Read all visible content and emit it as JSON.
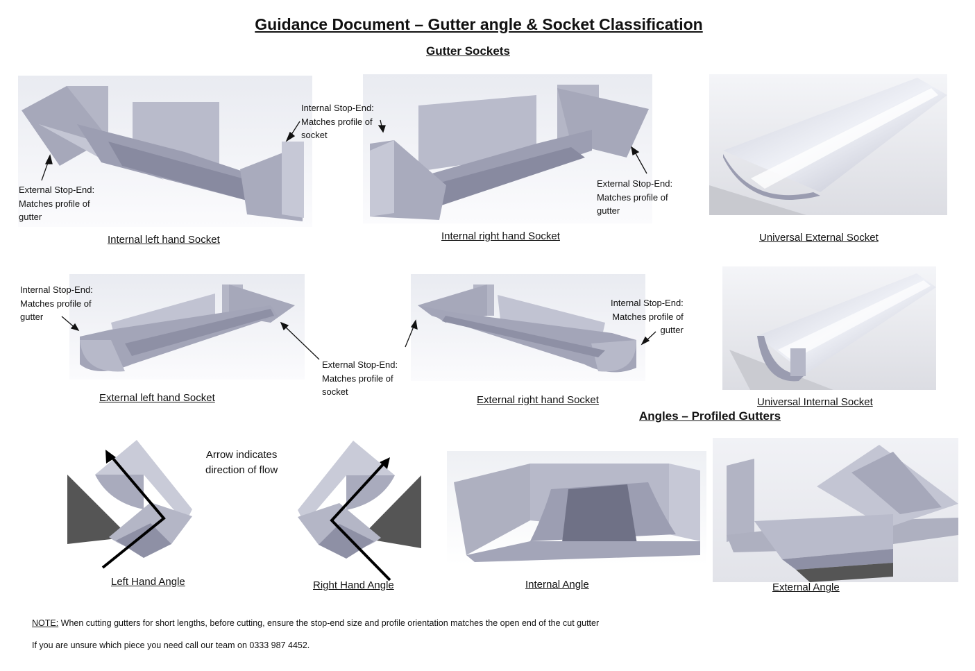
{
  "title": "Guidance Document – Gutter angle & Socket Classification",
  "sections": {
    "sockets": "Gutter Sockets",
    "angles": "Angles – Profiled Gutters"
  },
  "captions": {
    "internal_left": "Internal left hand Socket",
    "internal_right": "Internal right hand Socket",
    "universal_external": "Universal External Socket",
    "external_left": "External left hand Socket",
    "external_right": "External right hand Socket",
    "universal_internal": "Universal Internal Socket",
    "left_angle": "Left Hand Angle",
    "right_angle": "Right Hand Angle",
    "internal_angle": "Internal Angle",
    "external_angle": "External Angle"
  },
  "annotations": {
    "internal_stop_end": [
      "Internal Stop-End:",
      "Matches profile of",
      "socket"
    ],
    "external_stop_end_ext_left": [
      "External Stop-End:",
      "Matches profile of",
      "gutter"
    ],
    "external_stop_end_int_right": [
      "External Stop-End:",
      "Matches profile of",
      "gutter"
    ],
    "internal_stop_end_ext_left": [
      "Internal Stop-End:",
      "Matches profile of",
      "gutter"
    ],
    "external_stop_end_mid": [
      "External Stop-End:",
      "Matches profile of",
      "socket"
    ],
    "internal_stop_end_ext_right": [
      "Internal Stop-End:",
      "Matches profile of",
      "gutter"
    ],
    "flow": [
      "Arrow indicates",
      "direction of flow"
    ]
  },
  "note": {
    "label": "NOTE:",
    "text": " When cutting gutters for short lengths, before cutting, ensure the stop-end size and profile orientation matches the open end of the cut gutter",
    "contact": "If you are unsure which piece you need call our team on 0333 987 4452."
  }
}
